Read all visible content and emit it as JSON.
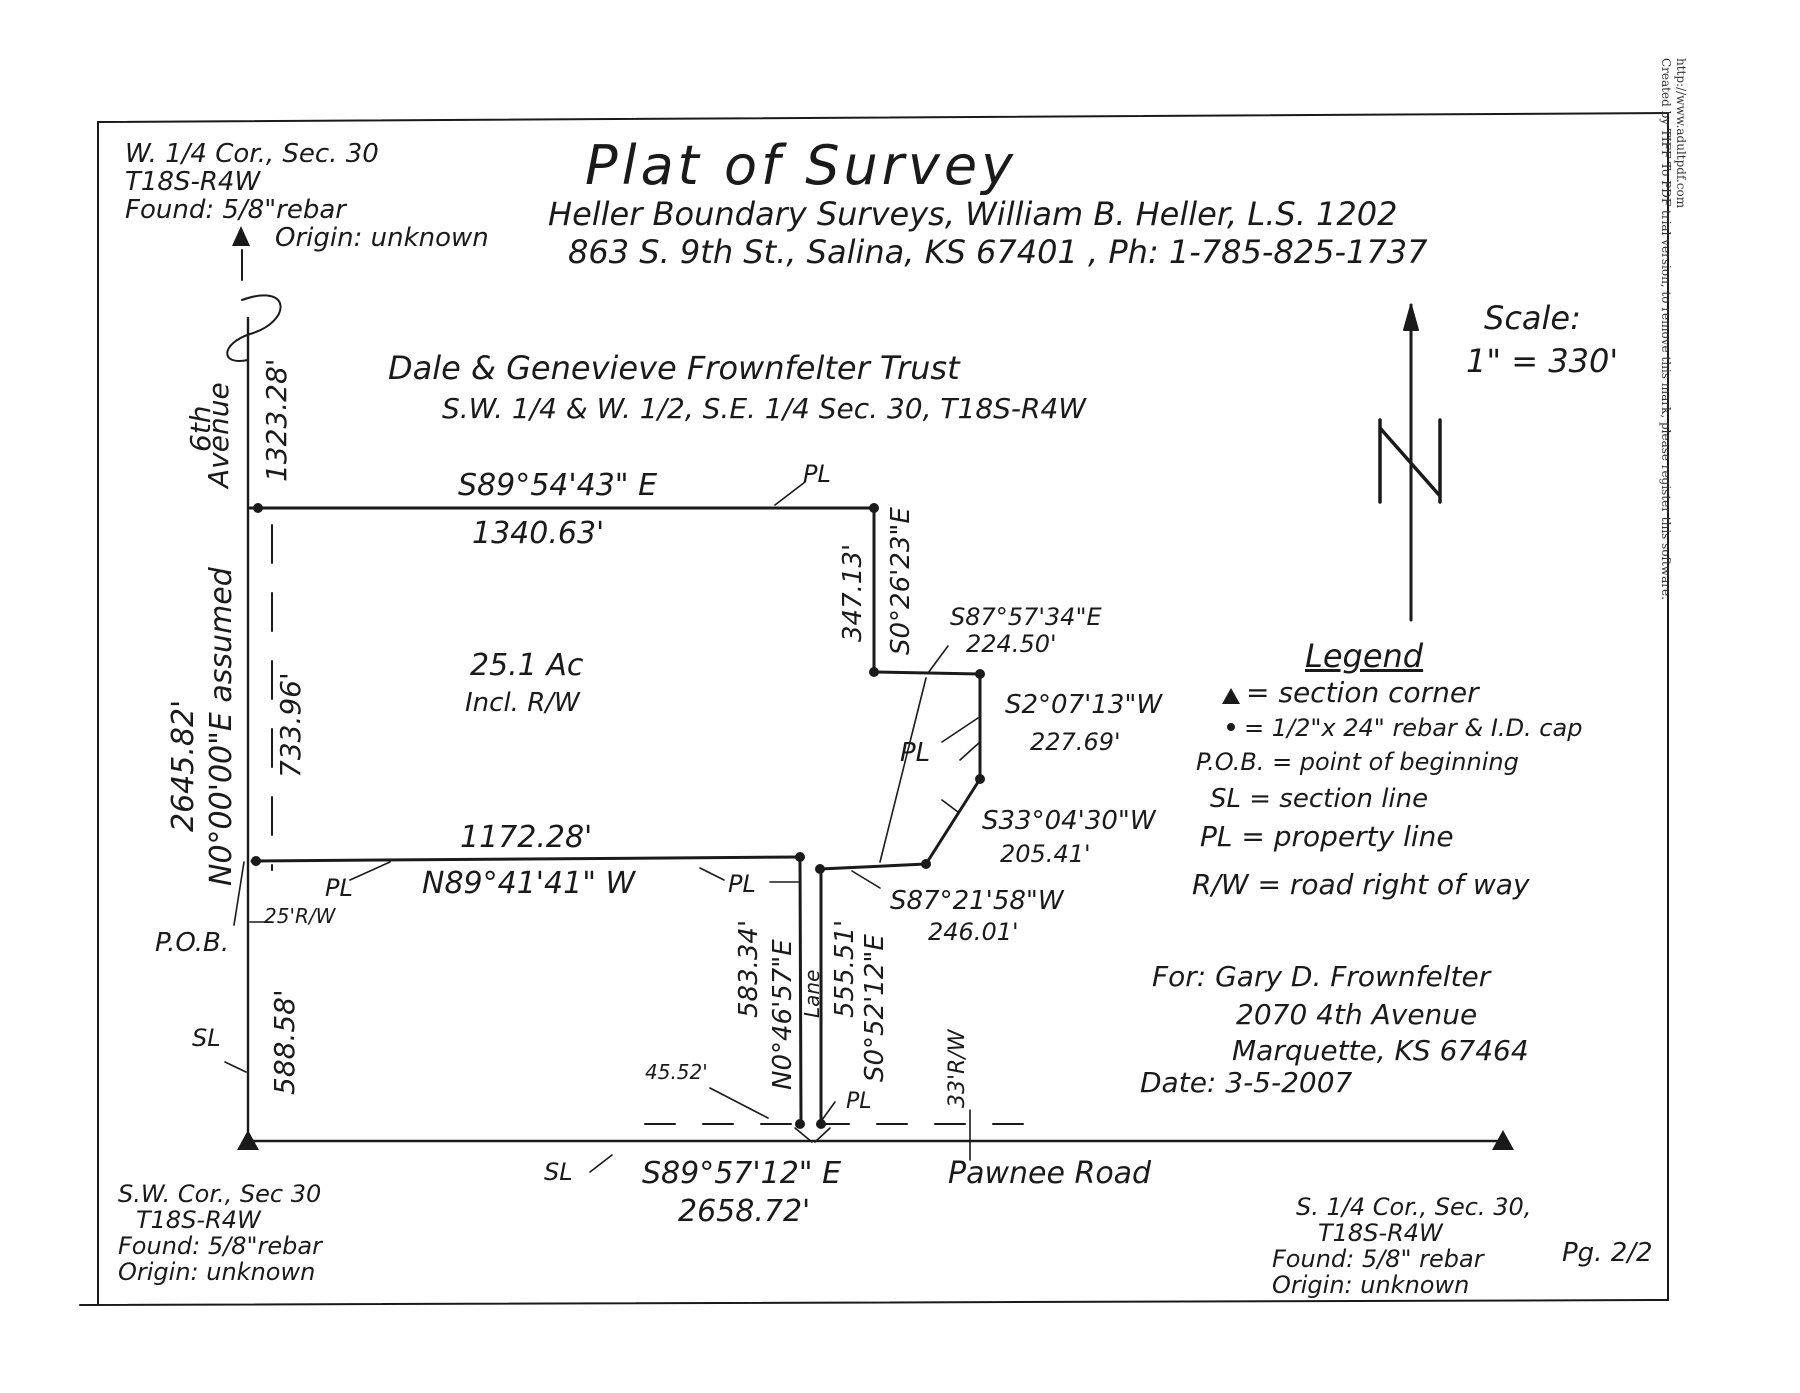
{
  "title": "Plat of Survey",
  "surveyor": {
    "line1": "Heller Boundary Surveys, William B. Heller, L.S. 1202",
    "line2": "863 S. 9th St., Salina, KS 67401 , Ph: 1-785-825-1737"
  },
  "owner": {
    "name": "Dale & Genevieve Frownfelter Trust",
    "description": "S.W. 1/4 & W. 1/2, S.E. 1/4 Sec. 30, T18S-R4W"
  },
  "scale": {
    "label": "Scale:",
    "value": "1\" = 330'"
  },
  "corners": {
    "nw": [
      "W. 1/4 Cor., Sec. 30",
      "T18S-R4W",
      "Found: 5/8\"rebar",
      "Origin: unknown"
    ],
    "sw": [
      "S.W. Cor., Sec 30",
      "T18S-R4W",
      "Found: 5/8\"rebar",
      "Origin: unknown"
    ],
    "se": [
      "S. 1/4 Cor., Sec. 30,",
      "T18S-R4W",
      "Found: 5/8\" rebar",
      "Origin: unknown"
    ]
  },
  "streets": {
    "west": [
      "6th",
      "Avenue"
    ],
    "south": "Pawnee Road",
    "lane": "Lane"
  },
  "dimensions": {
    "west_upper": "1323.28'",
    "west_total": "2645.82'",
    "west_bearing": "N0°00'00\"E assumed",
    "west_parcel": "733.96'",
    "west_lower": "588.58'",
    "north_bearing": "S89°54'43\" E",
    "north_distance": "1340.63'",
    "east1_distance": "347.13'",
    "east1_bearing": "S0°26'23\"E",
    "seg2_bearing": "S87°57'34\"E",
    "seg2_distance": "224.50'",
    "seg3_bearing": "S2°07'13\"W",
    "seg3_distance": "227.69'",
    "seg4_bearing": "S33°04'30\"W",
    "seg4_distance": "205.41'",
    "seg5_bearing": "S87°21'58\"W",
    "seg5_distance": "246.01'",
    "south_parcel_distance": "1172.28'",
    "south_parcel_bearing": "N89°41'41\" W",
    "lane_west_distance": "583.34'",
    "lane_west_bearing": "N0°46'57\"E",
    "lane_east_distance": "555.51'",
    "lane_east_bearing": "S0°52'12\"E",
    "lane_offset": "45.52'",
    "south_bearing": "S89°57'12\" E",
    "south_distance": "2658.72'",
    "rw_25": "25'R/W",
    "rw_33": "33'R/W"
  },
  "area": [
    "25.1 Ac",
    "Incl. R/W"
  ],
  "pob": "P.O.B.",
  "symbols": {
    "pl": "PL",
    "sl": "SL"
  },
  "legend": {
    "title": "Legend",
    "items": [
      "= section corner",
      "= 1/2\"x 24\" rebar & I.D. cap",
      "P.O.B. = point of beginning",
      "SL = section line",
      "PL = property line",
      "R/W = road right of way"
    ]
  },
  "client": {
    "for": "For: Gary D. Frownfelter",
    "address": "2070 4th Avenue",
    "city": "Marquette, KS 67464",
    "date": "Date: 3-5-2007"
  },
  "page": "Pg. 2/2",
  "watermark": [
    "http://www.adultpdf.com",
    "Created by TIFF To PDF trial version, to remove this mark, please register this software."
  ]
}
